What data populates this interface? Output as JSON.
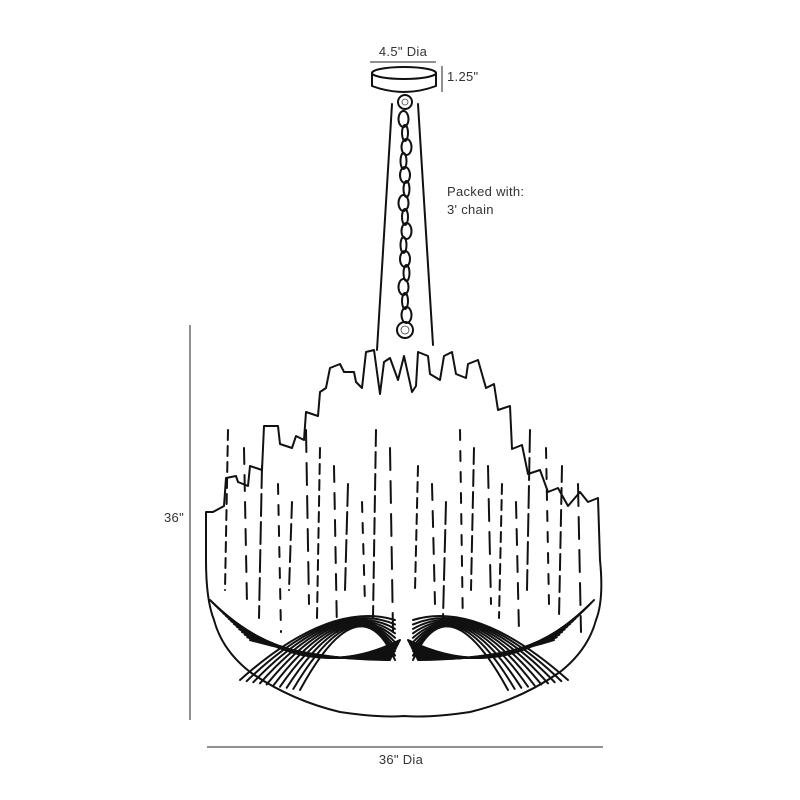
{
  "dimensions": {
    "canopy_diameter": "4.5\" Dia",
    "canopy_height": "1.25\"",
    "packed_line1": "Packed with:",
    "packed_line2": "3' chain",
    "overall_height": "36\"",
    "overall_diameter": "36\" Dia"
  },
  "colors": {
    "line": "#111111",
    "dimension": "#222222",
    "text": "#333333",
    "background": "#ffffff"
  }
}
